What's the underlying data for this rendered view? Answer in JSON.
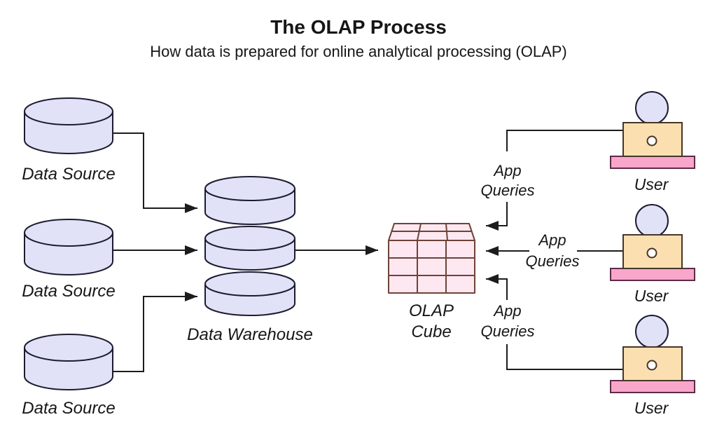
{
  "title": "The OLAP Process",
  "subtitle": "How data is prepared for online analytical processing (OLAP)",
  "diagram": {
    "data_sources": [
      {
        "label": "Data Source"
      },
      {
        "label": "Data Source"
      },
      {
        "label": "Data Source"
      }
    ],
    "warehouse": {
      "label": "Data Warehouse"
    },
    "cube": {
      "label_line1": "OLAP",
      "label_line2": "Cube"
    },
    "users": [
      {
        "label": "User"
      },
      {
        "label": "User"
      },
      {
        "label": "User"
      }
    ],
    "query_labels": [
      {
        "line1": "App",
        "line2": "Queries"
      },
      {
        "line1": "App",
        "line2": "Queries"
      },
      {
        "line1": "App",
        "line2": "Queries"
      }
    ]
  },
  "colors": {
    "background": "#ffffff",
    "text": "#161616",
    "line": "#1c1c1c",
    "lavender": "#e1e2f7",
    "node_stroke": "#1c1c30",
    "cube_fill": "#fde8f1",
    "cube_stroke": "#6f4237",
    "laptop_fill": "#fbdfb0",
    "laptop_stroke": "#463626",
    "base_fill": "#f8a6cc",
    "base_stroke": "#5e2b45"
  }
}
